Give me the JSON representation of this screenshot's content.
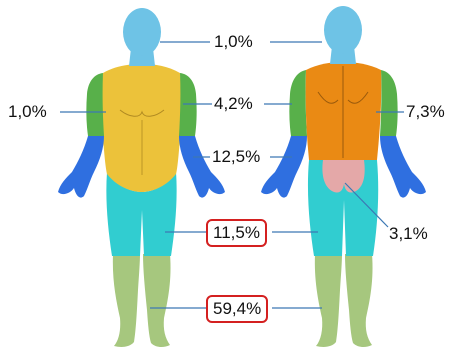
{
  "labels": {
    "head": "1,0%",
    "neck_left": "1,0%",
    "upper_arm": "4,2%",
    "upper_back": "7,3%",
    "forearm_hand": "12,5%",
    "thigh": "11,5%",
    "buttocks": "3,1%",
    "lower_leg_foot": "59,4%"
  },
  "colors": {
    "head": "#6ec3e6",
    "torso_front": "#ecc23a",
    "torso_back": "#ea8a14",
    "upper_arm": "#58b04a",
    "forearm_hand": "#2f6fe0",
    "thigh": "#31cdd0",
    "lower_leg": "#a6c77e",
    "buttocks": "#e4a8a8",
    "highlight_border": "#d42020",
    "leader_line": "#3c78b4"
  }
}
